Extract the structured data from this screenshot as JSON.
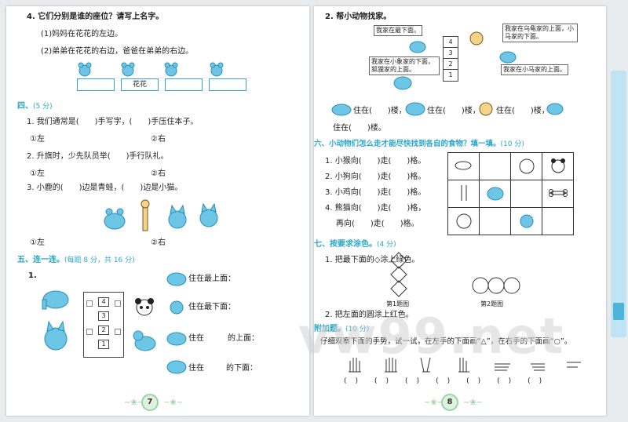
{
  "left": {
    "q4": {
      "title": "4. 它们分别是谁的座位？请写上名字。",
      "s1": "(1)妈妈在花花的左边。",
      "s2": "(2)弟弟在花花的右边，爸爸在弟弟的右边。",
      "box2": "花花"
    },
    "s4": {
      "title": "四、",
      "pts": "(5 分)"
    },
    "i1": "1. 我们通常是(　　)手写字，(　　)手压住本子。",
    "i1a": "①左",
    "i1b": "②右",
    "i2": "2. 升旗时，少先队员举(　　)手行队礼。",
    "i2a": "①左",
    "i2b": "②右",
    "i3": "3. 小鹿的(　　)边是青蛙，(　　)边是小猫。",
    "i3a": "①左",
    "i3b": "②右",
    "s5": {
      "title": "五、连一连。",
      "pts": "(每题 8 分，共 16 分)"
    },
    "s5q1": "1.",
    "l1": "住在最上面：",
    "l2": "住在最下面：",
    "l3a": "住在",
    "l3b": "的上面：",
    "l4a": "住在",
    "l4b": "的下面：",
    "floors": [
      "4",
      "3",
      "2",
      "1"
    ],
    "page": "7"
  },
  "right": {
    "q2": "2. 帮小动物找家。",
    "b1": "我家在最下面。",
    "b2": "我家在乌龟家的上面，小马家的下面。",
    "b3": "我家在小象家的下面，狐狸家的上面。",
    "b4": "我家在小马家的上面。",
    "floors": [
      "4",
      "3",
      "2",
      "1"
    ],
    "live": "住在(　　)楼，",
    "live_last": "住在(　　)楼。",
    "s6": {
      "title": "六、小动物们怎么走才能尽快找到各自的食物？填一填。",
      "pts": "(10 分)"
    },
    "r1": "1. 小猴向(　　)走(　　)格。",
    "r2": "2. 小狗向(　　)走(　　)格。",
    "r3": "3. 小鸡向(　　)走(　　)格。",
    "r4": "4. 熊猫向(　　)走(　　)格，",
    "r5": "再向(　　)走(　　)格。",
    "s7": {
      "title": "七、按要求涂色。",
      "pts": "(4 分)"
    },
    "c1": "1. 把最下面的◇涂上绿色。",
    "fig1": "第1题图",
    "fig2": "第2题图",
    "c2": "2. 把左面的圆涂上红色。",
    "extra": {
      "title": "附加题。",
      "pts": "(10 分)"
    },
    "extra_text": "仔细观察下面的手势，试一试，在左手的下面画“△”，在右手的下面画“○”。",
    "page": "8"
  },
  "watermark": "vw99.net",
  "colors": {
    "accent": "#2aa7c9",
    "line": "#3aa6cf",
    "animal": "#6ec6e6",
    "tab": "#bfe4f4"
  }
}
